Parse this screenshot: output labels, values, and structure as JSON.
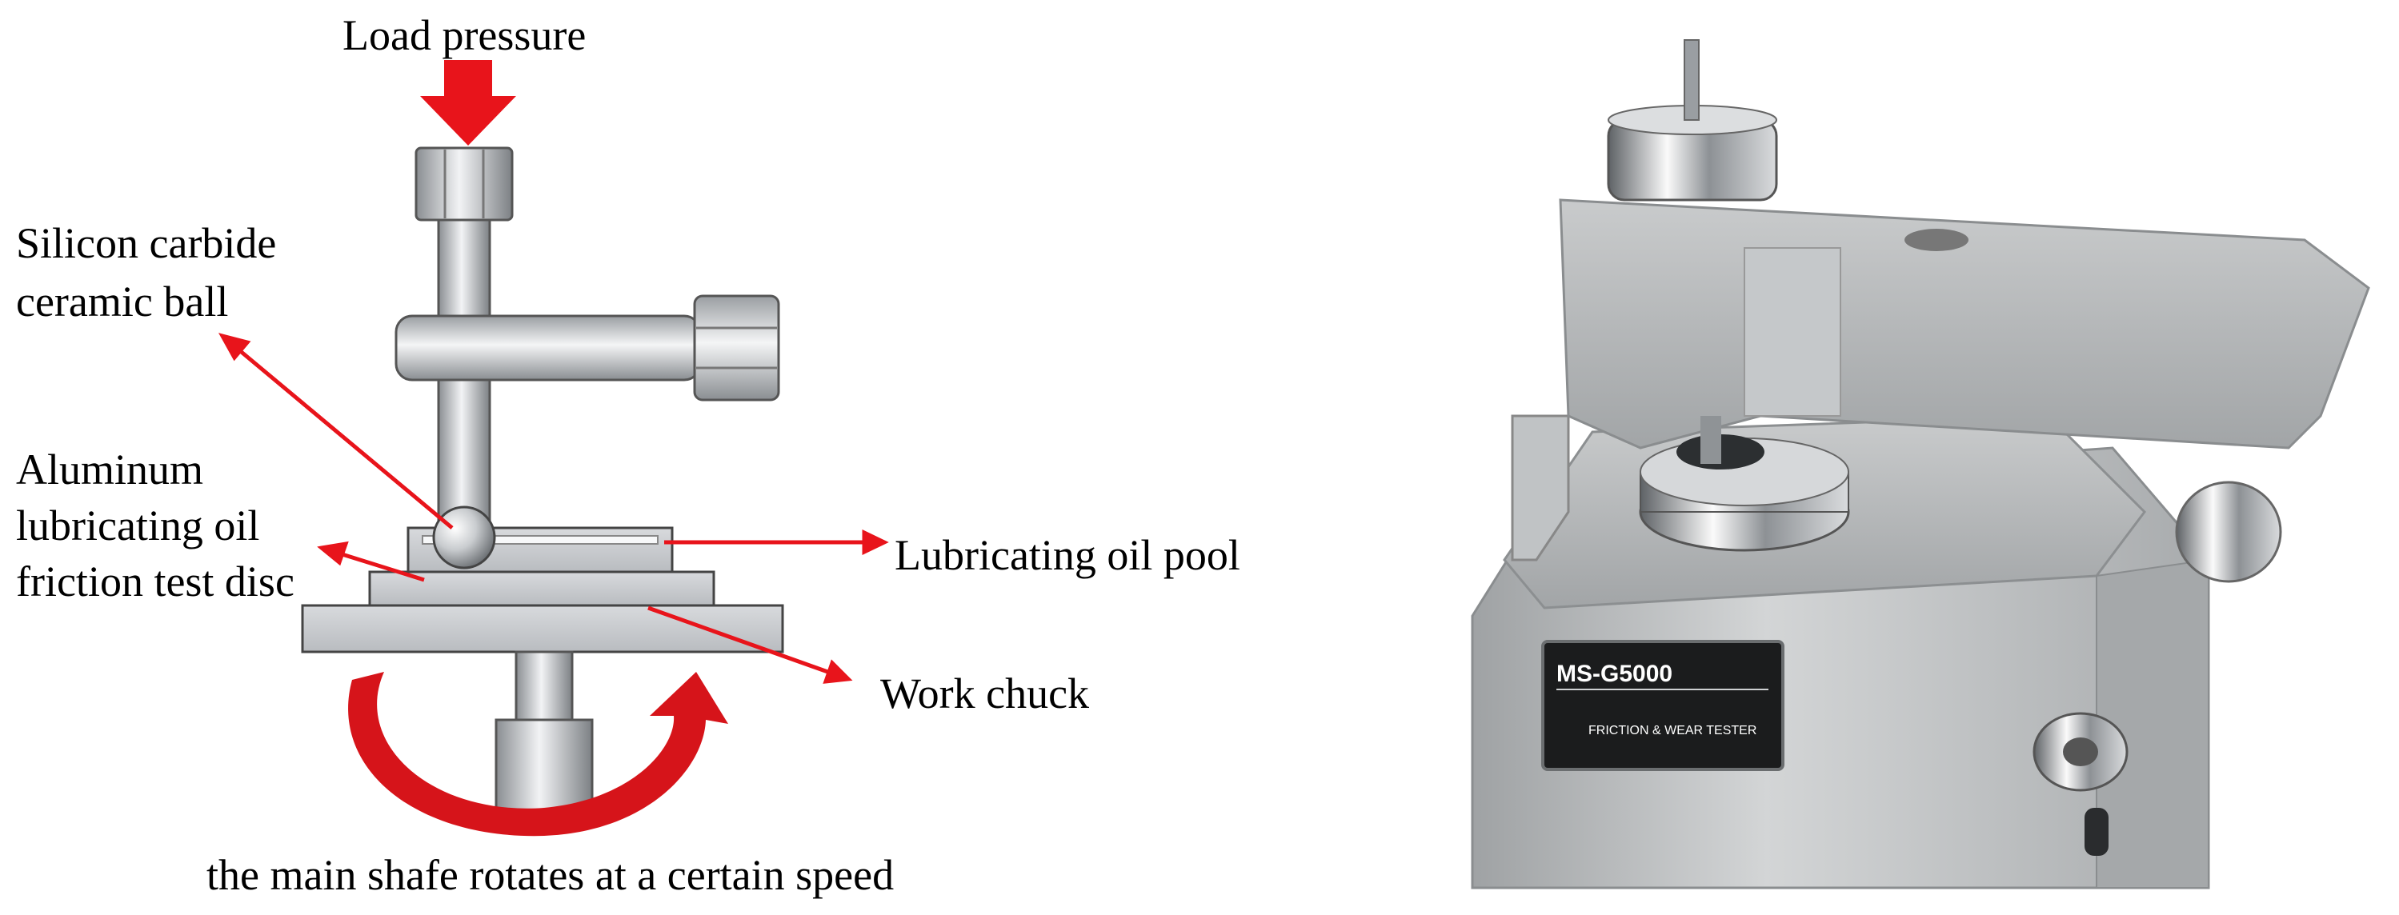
{
  "diagram": {
    "labels": {
      "load": "Load pressure",
      "ball_line1": "Silicon carbide",
      "ball_line2": "ceramic ball",
      "disc_line1": "Aluminum",
      "disc_line2": "lubricating oil",
      "disc_line3": "friction test disc",
      "oil_pool": "Lubricating oil pool",
      "chuck": "Work chuck",
      "caption": "the main shafe rotates at a certain speed"
    },
    "colors": {
      "arrow": "#e8141b",
      "metal_dark": "#6f7478",
      "metal_light": "#e9ebee"
    }
  },
  "photo": {
    "nameplate_model": "MS-G5000",
    "nameplate_title": "FRICTION & WEAR TESTER"
  }
}
